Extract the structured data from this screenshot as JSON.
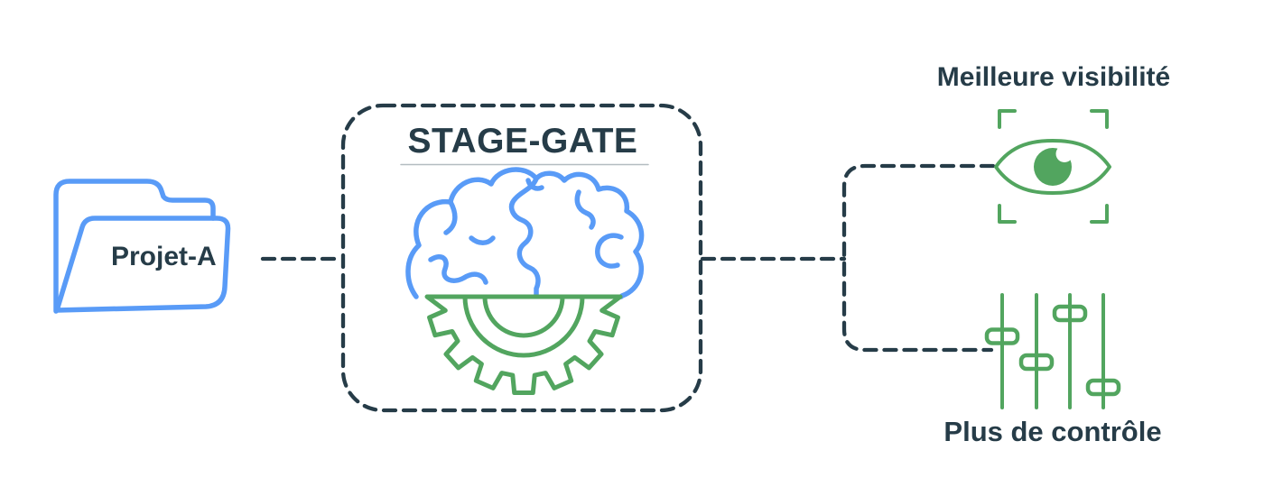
{
  "colors": {
    "navy": "#263c48",
    "blue": "#599bf7",
    "green": "#52a55f",
    "underline": "#b3bcc0"
  },
  "source": {
    "label": "Projet-A",
    "icon": "folder-icon"
  },
  "process": {
    "title": "STAGE-GATE",
    "icon": "brain-gear-icon"
  },
  "outcomes": [
    {
      "label": "Meilleure visibilité",
      "icon": "eye-icon"
    },
    {
      "label": "Plus de contrôle",
      "icon": "sliders-icon"
    }
  ]
}
